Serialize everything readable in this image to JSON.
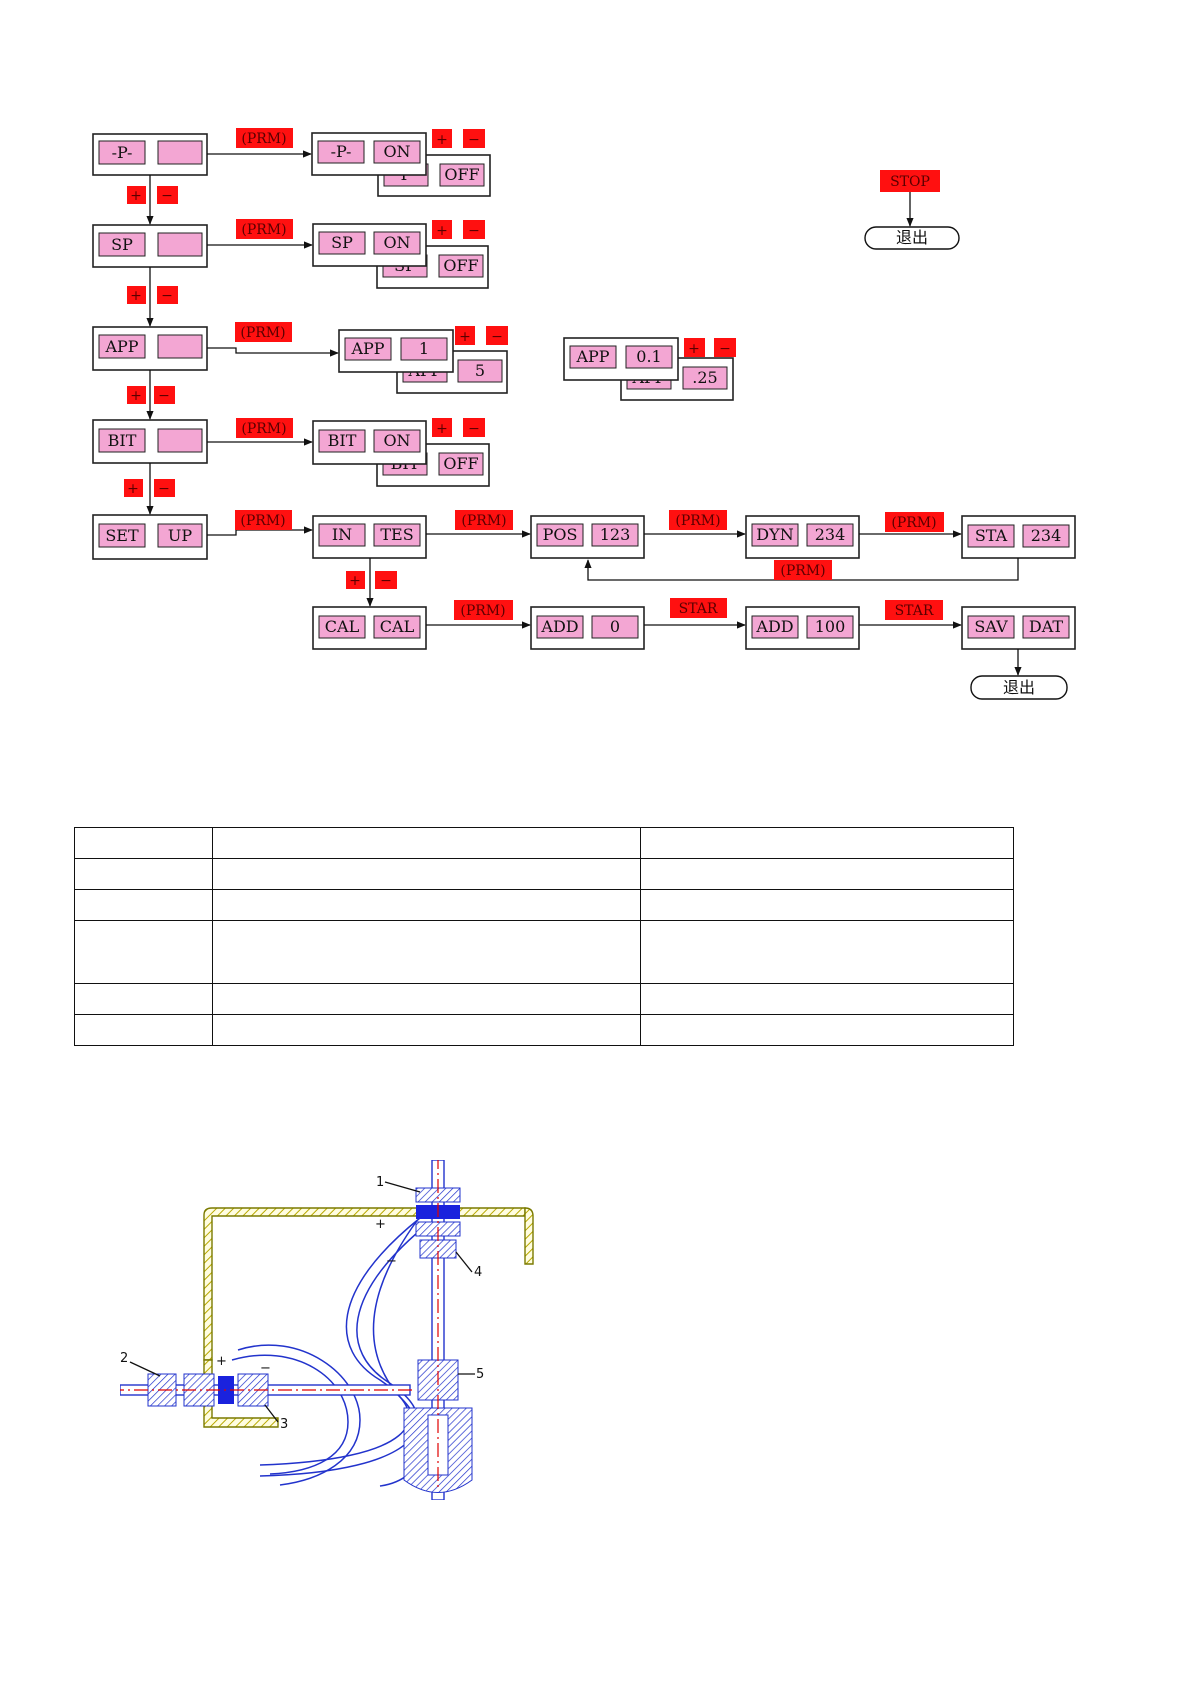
{
  "flow": {
    "rows": [
      {
        "cells": [
          "-P-",
          ""
        ],
        "keys": {
          "prm": "(PRM)",
          "plus": "+",
          "minus": "−"
        },
        "target": [
          "-P-",
          "ON"
        ],
        "target_back": [
          "P",
          "OFF"
        ]
      },
      {
        "cells": [
          "SP",
          ""
        ],
        "keys": {
          "prm": "(PRM)",
          "plus": "+",
          "minus": "−"
        },
        "target": [
          "SP",
          "ON"
        ],
        "target_back": [
          "SP",
          "OFF"
        ]
      },
      {
        "cells": [
          "APP",
          ""
        ],
        "keys": {
          "prm": "(PRM)",
          "plus": "+",
          "minus": "−"
        },
        "target": [
          "APP",
          "1"
        ],
        "target_back": [
          "APP",
          "5"
        ]
      },
      {
        "cells": [
          "BIT",
          ""
        ],
        "keys": {
          "prm": "(PRM)",
          "plus": "+",
          "minus": "−"
        },
        "target": [
          "BIT",
          "ON"
        ],
        "target_back": [
          "BIT",
          "OFF"
        ]
      },
      {
        "cells": [
          "SET",
          "UP"
        ],
        "keys": {
          "prm": "(PRM)"
        }
      }
    ],
    "app_alt": {
      "front": [
        "APP",
        "0.1"
      ],
      "back": [
        "APP",
        ".25"
      ],
      "plus": "+",
      "minus": "−"
    },
    "stop": {
      "label": "STOP",
      "exit": "退出"
    },
    "row_plus": "+",
    "row_minus": "−",
    "test_chain": {
      "in": [
        "IN",
        "TES"
      ],
      "pos": [
        "POS",
        "123"
      ],
      "dyn": [
        "DYN",
        "234"
      ],
      "sta": [
        "STA",
        "234"
      ],
      "prm": "(PRM)",
      "prm_back": "(PRM)"
    },
    "cal_chain": {
      "cal": [
        "CAL",
        "CAL"
      ],
      "add0": [
        "ADD",
        "0"
      ],
      "add100": [
        "ADD",
        "100"
      ],
      "sav": [
        "SAV",
        "DAT"
      ],
      "prm": "(PRM)",
      "star": "STAR",
      "exit": "退出"
    }
  },
  "table": {
    "rows": [
      [
        "",
        "",
        ""
      ],
      [
        "",
        "",
        ""
      ],
      [
        "",
        "",
        ""
      ],
      [
        "",
        "",
        ""
      ],
      [
        "",
        "",
        ""
      ],
      [
        "",
        "",
        ""
      ],
      [
        "",
        "",
        ""
      ]
    ]
  },
  "mechanism": {
    "labels": {
      "p1": "1",
      "p2": "2",
      "p3": "3",
      "p4": "4",
      "p5": "5"
    },
    "signs": {
      "plus": "+",
      "minus": "−"
    }
  }
}
